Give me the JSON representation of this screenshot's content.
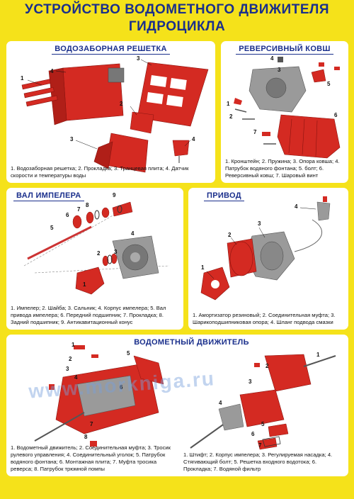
{
  "title_line1": "УСТРОЙСТВО ВОДОМЕТНОГО ДВИЖИТЕЛЯ",
  "title_line2": "ГИДРОЦИКЛА",
  "panels": {
    "intake": {
      "title": "ВОДОЗАБОРНАЯ РЕШЕТКА",
      "caption": "1. Водозаборная решетка; 2. Прокладка; 3. Транцевая плита; 4. Датчик скорости и температуры воды",
      "labels": [
        "1",
        "2",
        "3",
        "3",
        "4",
        "4"
      ]
    },
    "reverse": {
      "title": "РЕВЕРСИВНЫЙ КОВШ",
      "caption": "1. Кронштейн; 2. Пружина; 3. Опора ковша; 4. Патрубок водяного фонтана; 5. болт; 6. Реверсивный ковш; 7. Шаровый винт",
      "labels": [
        "1",
        "2",
        "3",
        "4",
        "5",
        "6",
        "7"
      ]
    },
    "shaft": {
      "title": "ВАЛ ИМПЕЛЕРА",
      "caption": "1. Импелер; 2. Шайба; 3. Сальник; 4. Корпус импелера; 5. Вал привода импелера; 6. Передний подшипник; 7. Прокладка; 8. Задний подшипник; 9. Антикавитационный конус",
      "labels": [
        "1",
        "2",
        "3",
        "4",
        "5",
        "6",
        "7",
        "8",
        "9"
      ]
    },
    "drive": {
      "title": "ПРИВОД",
      "caption": "1. Амортизатор резиновый; 2. Соединительная муфта; 3. Шарикоподшипниковая опора; 4. Шланг подвода смазки",
      "labels": [
        "1",
        "2",
        "3",
        "4"
      ]
    },
    "jet": {
      "title": "ВОДОМЕТНЫЙ ДВИЖИТЕЛЬ",
      "caption_left": "1. Водометный движитель; 2. Соединительная муфта; 3. Тросик рулевого управления; 4. Соединительный уголок; 5. Патрубок водяного фонтана; 6. Монтажная плита; 7. Муфта тросика реверса; 8. Патрубок трюмной помпы",
      "caption_right": "1. Штифт; 2. Корпус импелера; 3. Регулируемая насадка; 4. Стягивающий болт; 5. Решетка входного водотока; 6. Прокладка; 7. Водяной фильтр",
      "labels_left": [
        "1",
        "2",
        "3",
        "4",
        "5",
        "6",
        "7",
        "8"
      ],
      "labels_right": [
        "1",
        "2",
        "3",
        "4",
        "5",
        "6",
        "7"
      ]
    }
  },
  "watermark": "www.morkniga.ru",
  "colors": {
    "background": "#f5e21a",
    "title": "#1a2f8c",
    "part_red": "#d42a22",
    "part_grey": "#9a9a9a"
  }
}
